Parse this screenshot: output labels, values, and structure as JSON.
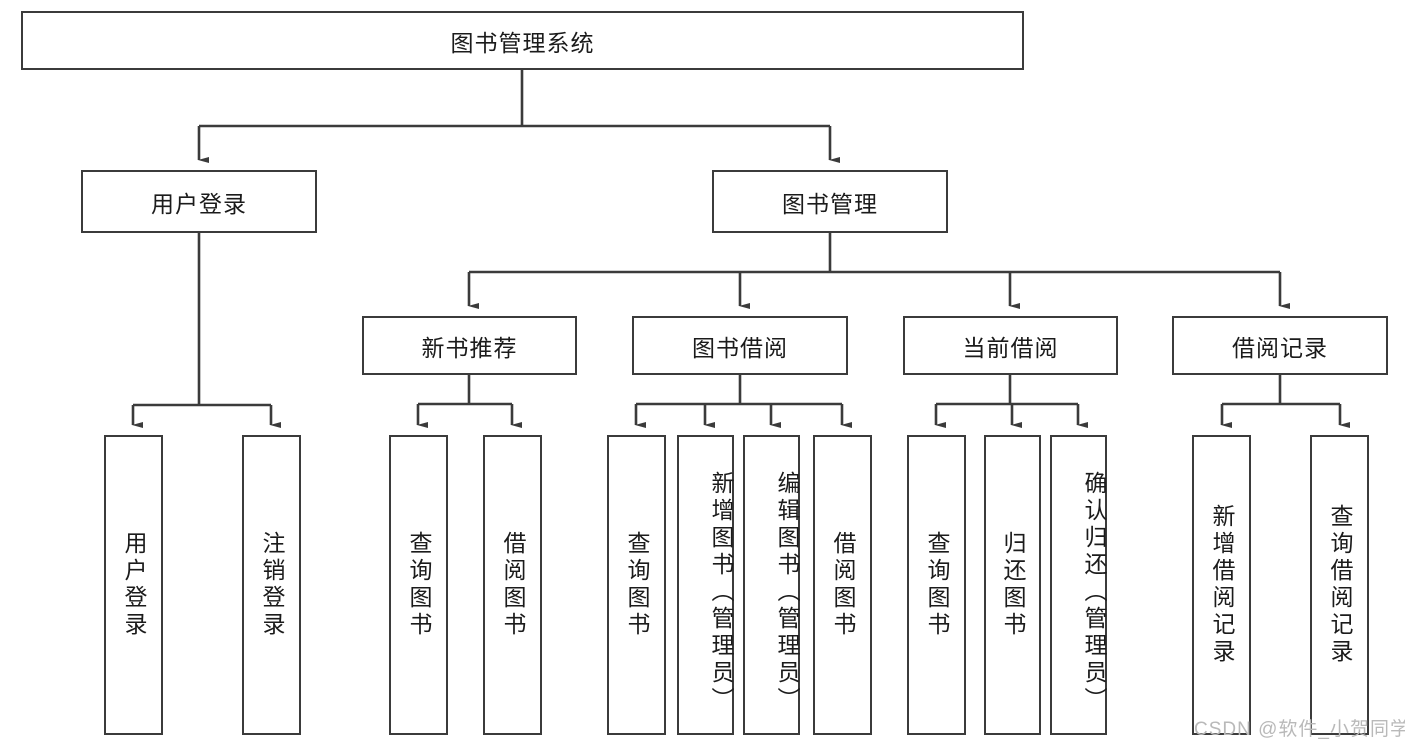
{
  "diagram": {
    "type": "hierarchy-tree",
    "title": "图书管理系统",
    "colors": {
      "stroke": "#3b3b3b",
      "fill": "#ffffff",
      "text": "#1b1b1b",
      "watermark": "#b9b9b9"
    },
    "nodes": {
      "root": "图书管理系统",
      "level2": {
        "user_login": "用户登录",
        "book_manage": "图书管理"
      },
      "level3": {
        "new_book_rec": "新书推荐",
        "book_borrow": "图书借阅",
        "current_borrow": "当前借阅",
        "borrow_record": "借阅记录"
      },
      "leaves": {
        "login_1": "用户登录",
        "login_2": "注销登录",
        "rec_1": "查询图书",
        "rec_2": "借阅图书",
        "borrow_1": "查询图书",
        "borrow_2": "新增图书（管理员）",
        "borrow_3": "编辑图书（管理员）",
        "borrow_4": "借阅图书",
        "cur_1": "查询图书",
        "cur_2": "归还图书",
        "cur_3": "确认归还（管理员）",
        "rcd_1": "新增借阅记录",
        "rcd_2": "查询借阅记录"
      }
    },
    "watermark": "CSDN @软件_小贺同学"
  }
}
